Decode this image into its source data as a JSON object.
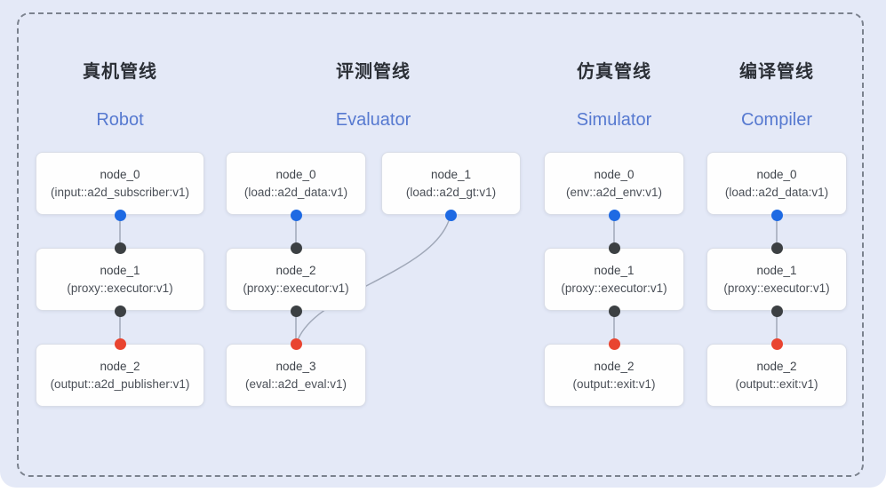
{
  "canvas": {
    "background_color": "#e4e9f7",
    "frame_border_color": "#7b828e",
    "node_fill": "#fefefe",
    "node_border": "#d9dde7",
    "edge_color": "#a0a8b8",
    "title_zh_color": "#2b2f36",
    "title_en_color": "#5679d0"
  },
  "ports": {
    "source_dot_color": "#1e6ae3",
    "proxy_dot_color": "#3c4043",
    "sink_dot_color": "#e94430"
  },
  "pipelines": [
    {
      "id": "robot",
      "title_zh": "真机管线",
      "title_en": "Robot",
      "nodes": [
        {
          "name": "node_0",
          "type": "(input::a2d_subscriber:v1)"
        },
        {
          "name": "node_1",
          "type": "(proxy::executor:v1)"
        },
        {
          "name": "node_2",
          "type": "(output::a2d_publisher:v1)"
        }
      ],
      "edges": [
        {
          "from": "node_0",
          "to": "node_1"
        },
        {
          "from": "node_1",
          "to": "node_2"
        }
      ]
    },
    {
      "id": "evaluator",
      "title_zh": "评测管线",
      "title_en": "Evaluator",
      "nodes": [
        {
          "name": "node_0",
          "type": "(load::a2d_data:v1)"
        },
        {
          "name": "node_1",
          "type": "(load::a2d_gt:v1)"
        },
        {
          "name": "node_2",
          "type": "(proxy::executor:v1)"
        },
        {
          "name": "node_3",
          "type": "(eval::a2d_eval:v1)"
        }
      ],
      "edges": [
        {
          "from": "node_0",
          "to": "node_2"
        },
        {
          "from": "node_2",
          "to": "node_3"
        },
        {
          "from": "node_1",
          "to": "node_3",
          "style": "curved"
        }
      ]
    },
    {
      "id": "simulator",
      "title_zh": "仿真管线",
      "title_en": "Simulator",
      "nodes": [
        {
          "name": "node_0",
          "type": "(env::a2d_env:v1)"
        },
        {
          "name": "node_1",
          "type": "(proxy::executor:v1)"
        },
        {
          "name": "node_2",
          "type": "(output::exit:v1)"
        }
      ],
      "edges": [
        {
          "from": "node_0",
          "to": "node_1"
        },
        {
          "from": "node_1",
          "to": "node_2"
        }
      ]
    },
    {
      "id": "compiler",
      "title_zh": "编译管线",
      "title_en": "Compiler",
      "nodes": [
        {
          "name": "node_0",
          "type": "(load::a2d_data:v1)"
        },
        {
          "name": "node_1",
          "type": "(proxy::executor:v1)"
        },
        {
          "name": "node_2",
          "type": "(output::exit:v1)"
        }
      ],
      "edges": [
        {
          "from": "node_0",
          "to": "node_1"
        },
        {
          "from": "node_1",
          "to": "node_2"
        }
      ]
    }
  ]
}
